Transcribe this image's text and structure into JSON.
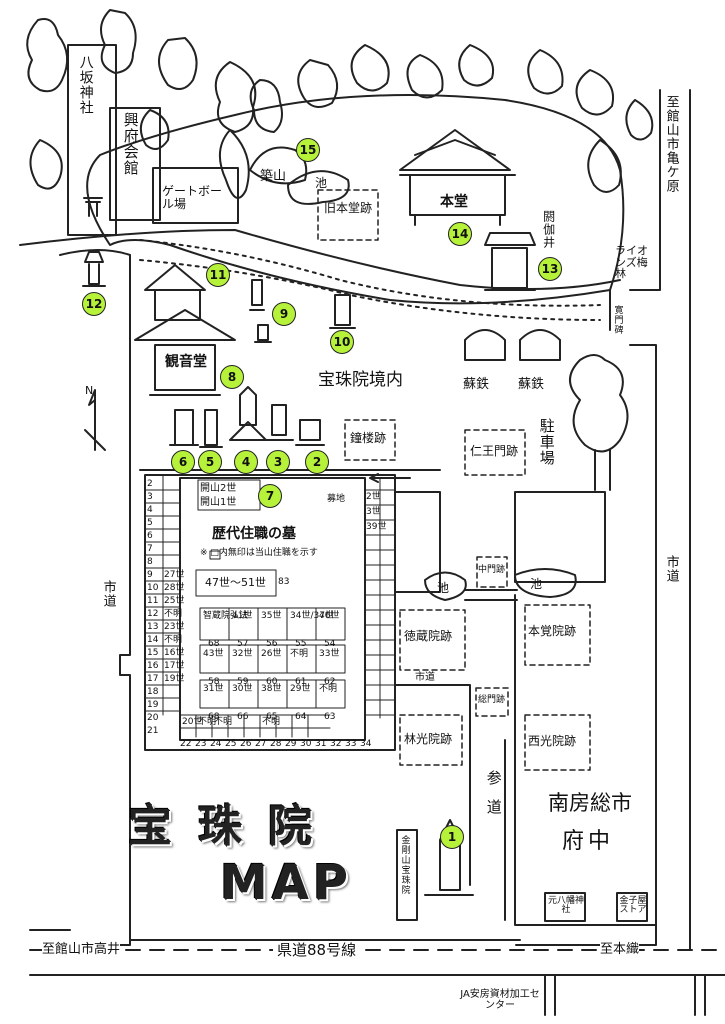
{
  "places": {
    "yasaka": "八坂神社",
    "kofu": "興府会館",
    "gateball": "ゲートボール場",
    "tsukiyama": "築山",
    "ike_top": "池",
    "kyuhondo": "旧本堂跡",
    "hondo": "本堂",
    "akai": "閼伽井",
    "lions": "ライオンズ梅林",
    "to_kamegahara": "至館山市亀ケ原",
    "kanmon": "寛門碑",
    "sotetsu1": "蘇鉄",
    "sotetsu2": "蘇鉄",
    "keidai": "宝珠院境内",
    "kannondo": "観音堂",
    "shorou": "鐘楼跡",
    "niomon": "仁王門跡",
    "chusha": "駐車場",
    "haka": "歴代住職の墓",
    "haka_note": "※ □内無印は当山住職を示す",
    "bochi_label": "募地",
    "gen47": "47世〜51世",
    "chumon": "中門跡",
    "ike_mid": "池",
    "tokuzoin": "徳蔵院跡",
    "hongakuin": "本覚院跡",
    "shido_left": "市道",
    "shido_right": "市道",
    "shido_mid": "市道",
    "somon": "総門跡",
    "rinkoin": "林光院跡",
    "sando": "参道",
    "saikoin": "西光院跡",
    "minamiboso": "南房総市",
    "fuchu": "府中",
    "title1": "宝珠院",
    "title2": "MAP",
    "kongo": "金剛山宝珠院",
    "motohachiman": "元八幡神社",
    "kaneko": "金子屋ストア",
    "kendo": "県道88号線",
    "to_takai": "至館山市高井",
    "to_honori": "至本織",
    "ja": "JA安房資材加工センター",
    "north": "N"
  },
  "markers": [
    "1",
    "2",
    "3",
    "4",
    "5",
    "6",
    "7",
    "8",
    "9",
    "10",
    "11",
    "12",
    "13",
    "14",
    "15"
  ],
  "cemetery": {
    "left_col": [
      "2",
      "3",
      "4",
      "5",
      "6",
      "7",
      "8",
      "9",
      "10",
      "11",
      "12",
      "13",
      "14",
      "15",
      "16",
      "17",
      "18",
      "19",
      "20",
      "21"
    ],
    "kaisan": "開山2世",
    "kaisan2": "開山1世",
    "inner_col": [
      "",
      "",
      "",
      "",
      "",
      "",
      "",
      "27世",
      "28世",
      "25世",
      "不明",
      "23世",
      "不明",
      "16世",
      "17世",
      "19世"
    ],
    "right_col": [
      "2世",
      "3世",
      "39世",
      "",
      "",
      "",
      "",
      "",
      "",
      "",
      "",
      "",
      "",
      "",
      "",
      ""
    ],
    "row1": [
      "智蔵院弘法",
      "41世",
      "35世",
      "34世/37世",
      "46世"
    ],
    "row1n": [
      "68",
      "57",
      "56",
      "55",
      "54"
    ],
    "row2": [
      "43世",
      "32世",
      "26世",
      "不明",
      "33世"
    ],
    "row2n": [
      "58",
      "59",
      "60",
      "61",
      "62"
    ],
    "row3": [
      "31世",
      "30世",
      "38世",
      "29世",
      "不明"
    ],
    "row3n": [
      "68",
      "66",
      "65",
      "64",
      "63"
    ],
    "bottom": [
      "20世",
      "不明",
      "不明",
      "",
      "",
      "不明",
      "",
      "",
      "",
      "",
      ""
    ],
    "bottom_n": [
      "22",
      "23",
      "24",
      "25",
      "26",
      "27",
      "28",
      "29",
      "30",
      "31",
      "32",
      "33",
      "34"
    ],
    "n83": "83"
  }
}
